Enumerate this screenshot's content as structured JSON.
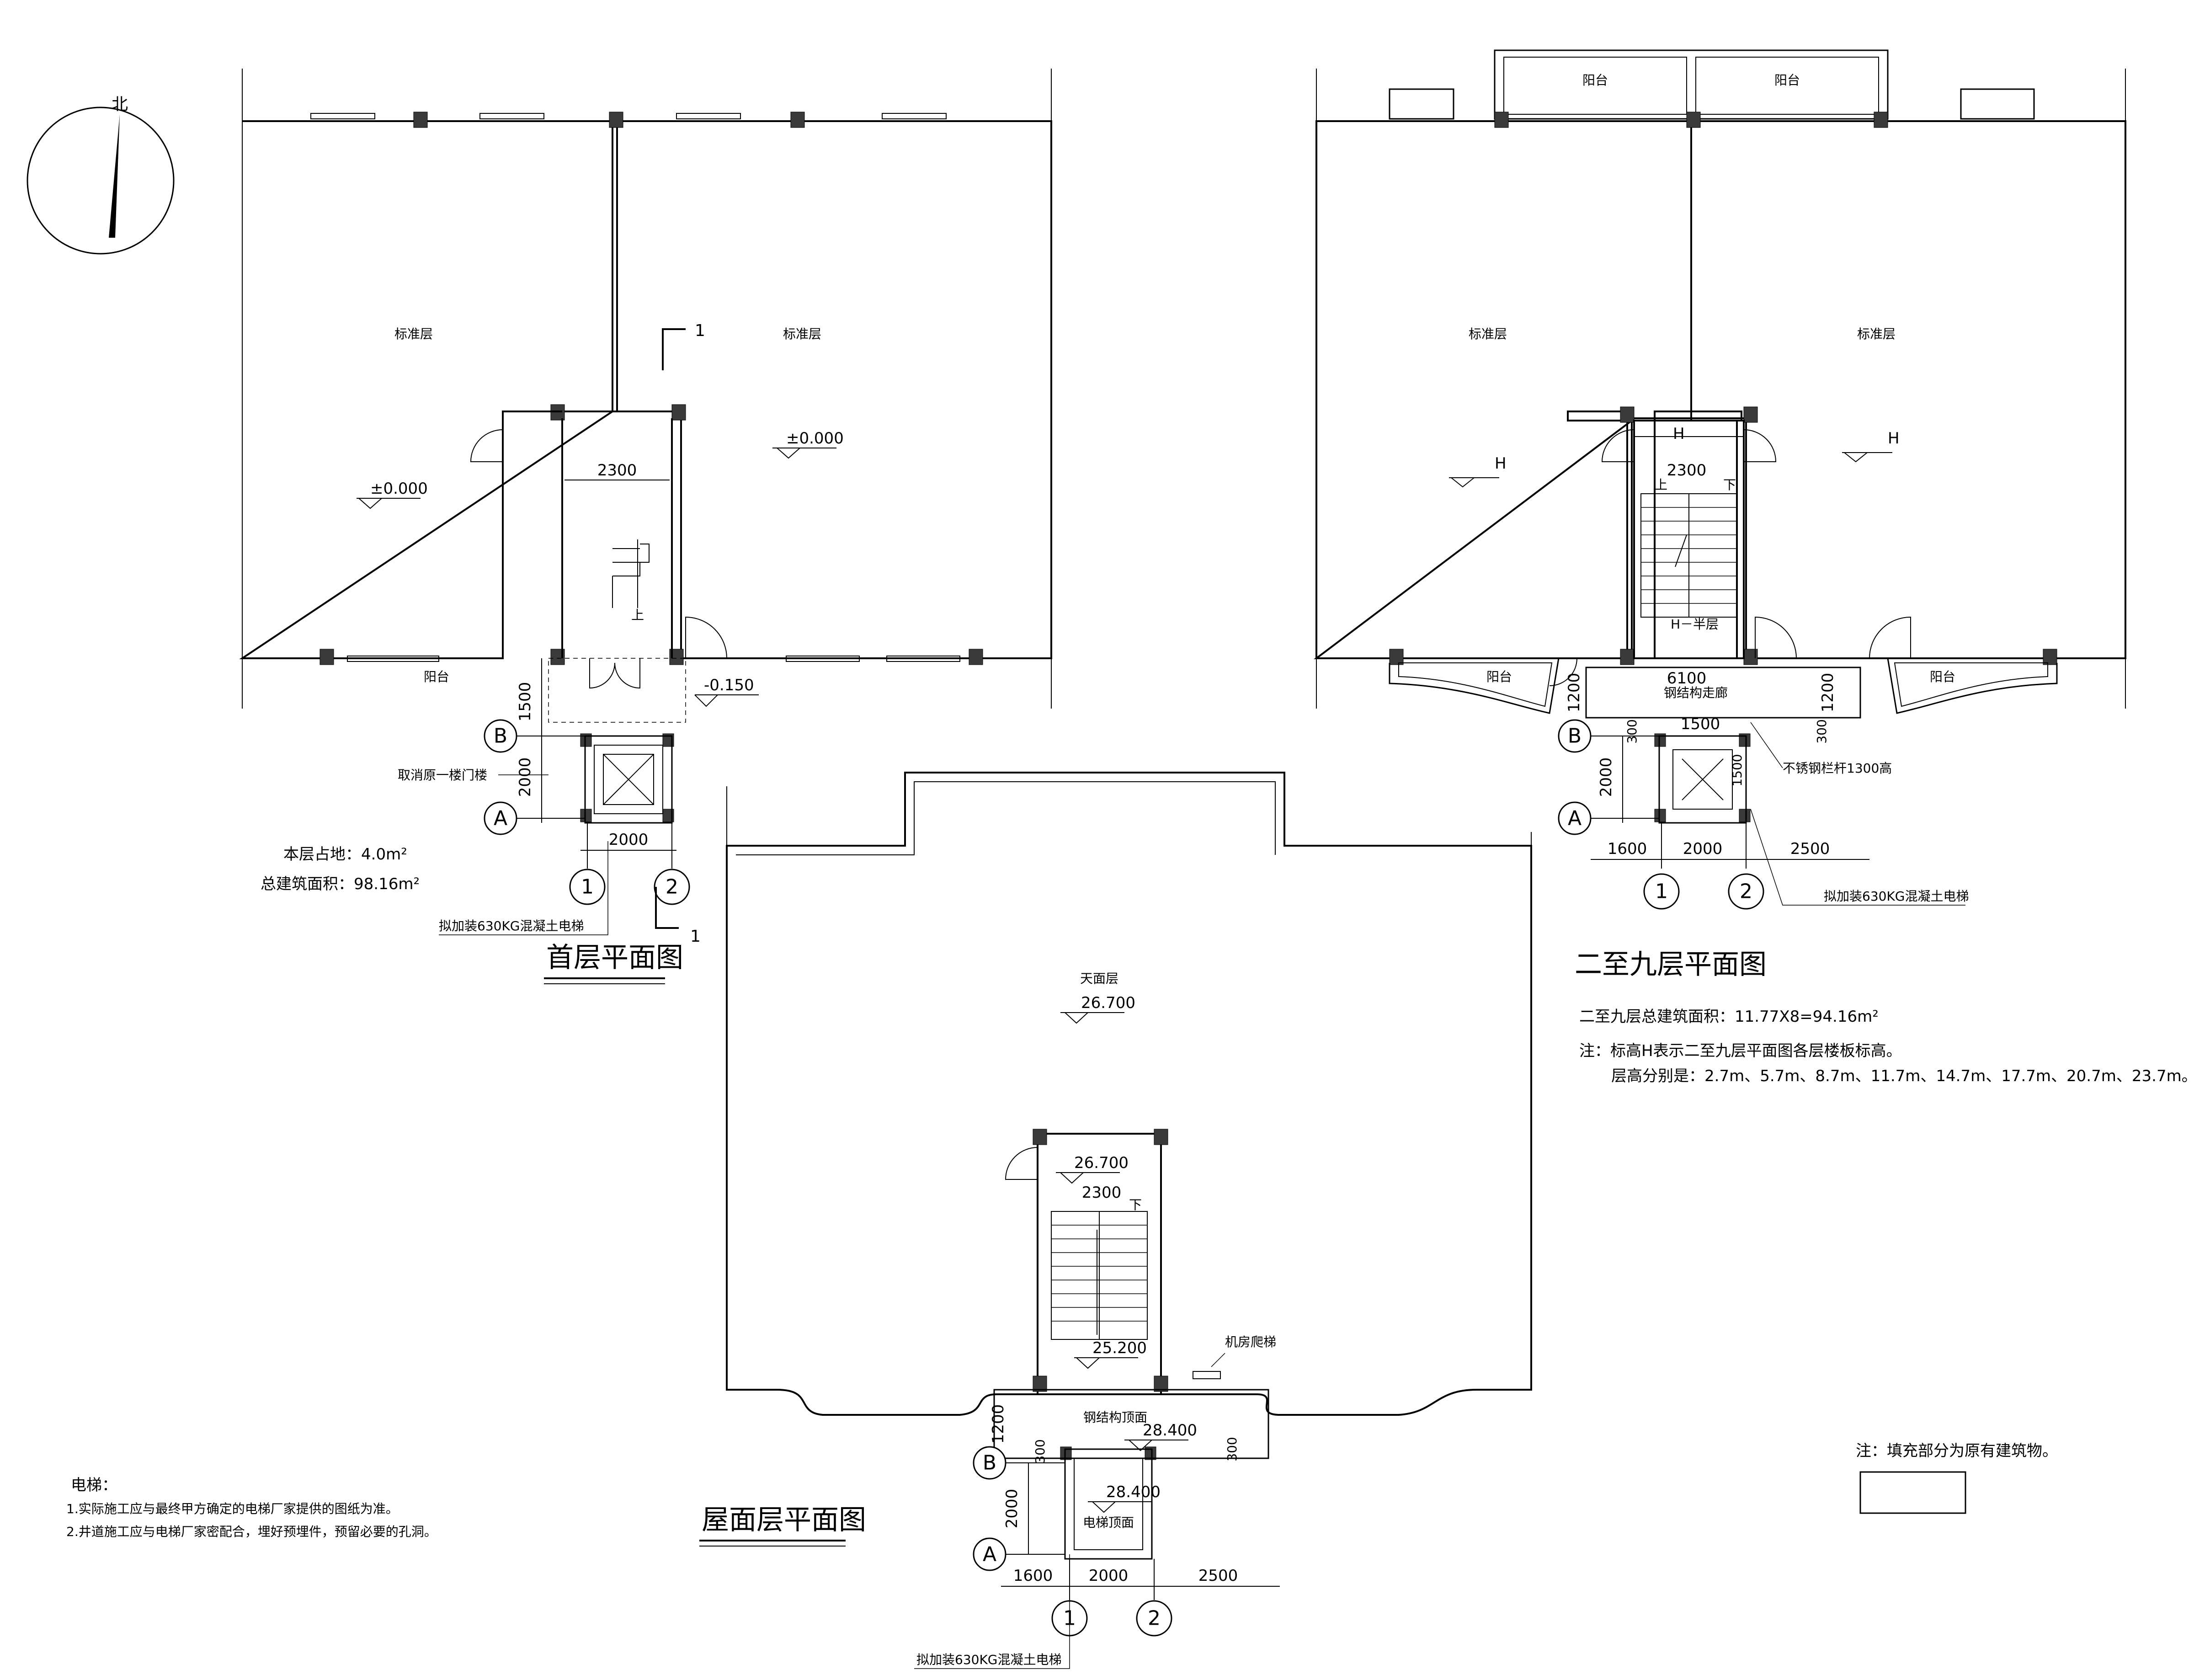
{
  "north_label": "北",
  "plans": {
    "ground": {
      "title": "首层平面图",
      "room_label_left": "标准层",
      "room_label_right": "标准层",
      "level_left": "±0.000",
      "level_right": "±0.000",
      "level_step": "-0.150",
      "balcony": "阳台",
      "dim_stair_width": "2300",
      "dim_1500": "1500",
      "dim_2000_v": "2000",
      "dim_2000_h": "2000",
      "note_remove_door": "取消原一楼门楼",
      "note_elevator": "拟加装630KG混凝土电梯",
      "area_footprint": "本层占地：4.0m²",
      "area_total": "总建筑面积：98.16m²",
      "section_mark": "1",
      "axis_A": "A",
      "axis_B": "B",
      "axis_1": "1",
      "axis_2": "2",
      "stair_up": "上"
    },
    "typical": {
      "title": "二至九层平面图",
      "room_label_left": "标准层",
      "room_label_right": "标准层",
      "level_H": "H",
      "level_half": "H－半层",
      "balcony": "阳台",
      "balcony_top_left": "阳台",
      "balcony_top_right": "阳台",
      "dim_stair_width": "2300",
      "dim_6100": "6100",
      "dim_1500": "1500",
      "dim_1200_left": "1200",
      "dim_1200_right": "1200",
      "dim_300_left": "300",
      "dim_300_right": "300",
      "dim_2000_v": "2000",
      "dim_1600": "1600",
      "dim_2000_h": "2000",
      "dim_2500": "2500",
      "corridor": "钢结构走廊",
      "railing": "不锈钢栏杆1300高",
      "note_elevator": "拟加装630KG混凝土电梯",
      "area_total": "二至九层总建筑面积：11.77X8=94.16m²",
      "note_1": "注：标高H表示二至九层平面图各层楼板标高。",
      "note_2": "层高分别是：2.7m、5.7m、8.7m、11.7m、14.7m、17.7m、20.7m、23.7m。",
      "axis_A": "A",
      "axis_B": "B",
      "axis_1": "1",
      "axis_2": "2",
      "stair_up": "上",
      "stair_down": "下"
    },
    "roof": {
      "title": "屋面层平面图",
      "room_label": "天面层",
      "level_roof": "26.700",
      "level_stair": "26.700",
      "level_25": "25.200",
      "level_284": "28.400",
      "level_284b": "28.400",
      "dim_stair_width": "2300",
      "dim_1200": "1200",
      "dim_300_left": "300",
      "dim_300_right": "300",
      "dim_2000_v": "2000",
      "dim_1600": "1600",
      "dim_2000_h": "2000",
      "dim_2500": "2500",
      "corridor_roof": "钢结构顶面",
      "machine_ladder": "机房爬梯",
      "elevator_top": "电梯顶面",
      "note_elevator": "拟加装630KG混凝土电梯",
      "axis_A": "A",
      "axis_B": "B",
      "axis_1": "1",
      "axis_2": "2",
      "stair_down": "下"
    }
  },
  "elevator_notes": {
    "heading": "电梯：",
    "item_1": "1.实际施工应与最终甲方确定的电梯厂家提供的图纸为准。",
    "item_2": "2.井道施工应与电梯厂家密配合，埋好预埋件，预留必要的孔洞。"
  },
  "legend": {
    "text": "注：填充部分为原有建筑物。"
  }
}
